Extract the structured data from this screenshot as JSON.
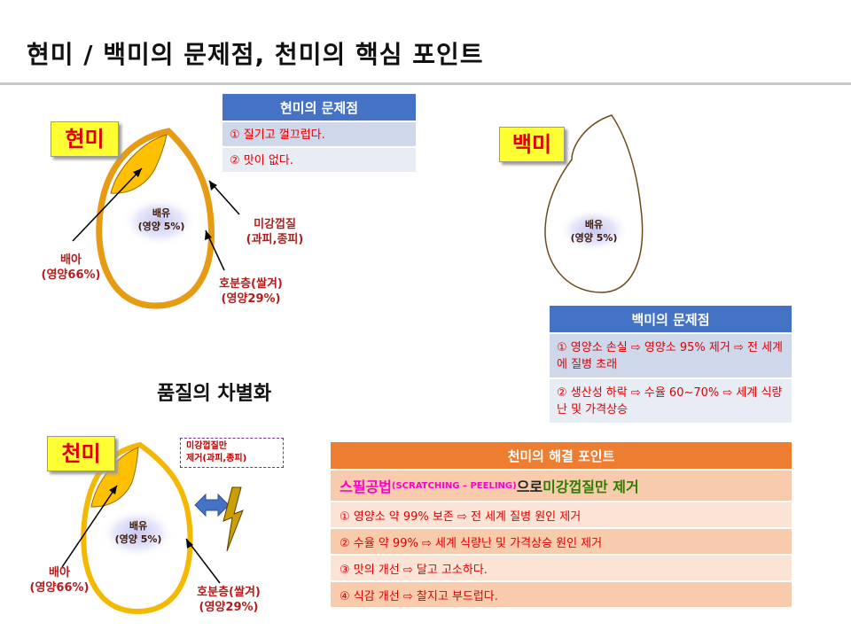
{
  "title": "현미 / 백미의 문제점,  천미의 핵심 포인트",
  "brown_rice": {
    "tag": "현미",
    "endosperm_title": "배유",
    "endosperm_nutrition": "(영양 5%)",
    "bran_label_1": "미강껍질",
    "bran_label_2": "(과피,종피)",
    "germ_label_1": "배아",
    "germ_label_2": "(영양66%)",
    "aleurone_label_1": "호분층(쌀겨)",
    "aleurone_label_2": "(영양29%)"
  },
  "brown_problems": {
    "header": "현미의 문제점",
    "items": [
      "① 질기고 껄끄럽다.",
      "② 맛이 없다."
    ]
  },
  "white_rice": {
    "tag": "백미",
    "endosperm_title": "배유",
    "endosperm_nutrition": "(영양 5%)"
  },
  "white_problems": {
    "header": "백미의 문제점",
    "items": [
      "① 영양소 손실 ⇨ 영양소 95% 제거 ⇨ 전 세계에 질병 초래",
      "② 생산성 하락 ⇨ 수율 60~70% ⇨ 세계 식량난 및 가격상승"
    ]
  },
  "quality_heading": "품질의 차별화",
  "cheonmi": {
    "tag": "천미",
    "endosperm_title": "배유",
    "endosperm_nutrition": "(영양 5%)",
    "germ_label_1": "배아",
    "germ_label_2": "(영양66%)",
    "aleurone_label_1": "호분층(쌀겨)",
    "aleurone_label_2": "(영양29%)",
    "note_1": "미강껍질만",
    "note_2": "제거(과피,종피)"
  },
  "solution": {
    "header": "천미의 해결 포인트",
    "headline_a": "스필공법",
    "headline_b": "(SCRATCHING – PEELING)",
    "headline_c": "으로 ",
    "headline_d": "미강껍질만 제거",
    "items": [
      "① 영양소 약 99% 보존 ⇨ 전 세계 질병 원인 제거",
      "② 수율 약 99% ⇨ 세계 식량난 및 가격상승 원인 제거",
      "③ 맛의 개선 ⇨ 달고 고소하다.",
      "④ 식감 개선 ⇨ 찰지고 부드럽다."
    ]
  },
  "colors": {
    "blue_header": "#4472c4",
    "orange_header": "#ed7d31",
    "tag_bg": "#ffff33",
    "tag_text": "#e10000",
    "grain_yellow": "#ffc000",
    "bran_orange": "#e69b12"
  }
}
